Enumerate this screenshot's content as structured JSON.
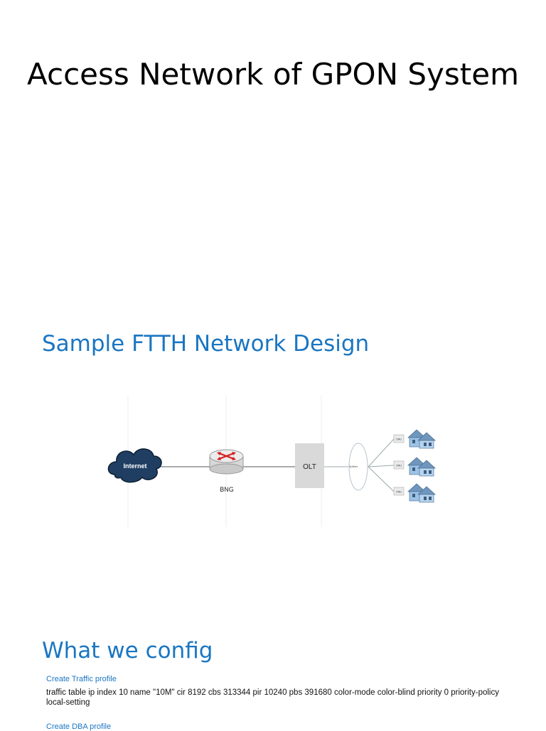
{
  "slide1": {
    "title": "Access Network of GPON System"
  },
  "slide2": {
    "heading": "Sample FTTH Network Design",
    "diagram": {
      "internet": "Internet",
      "router": "BNG",
      "olt": "OLT",
      "splitter": "Splitter",
      "onu": "ONU"
    }
  },
  "slide3": {
    "heading": "What we config",
    "link1": "Create Traffic profile",
    "command": "traffic table ip index 10 name \"10M\" cir 8192 cbs 313344 pir 10240 pbs 391680 color-mode color-blind priority 0 priority-policy local-setting",
    "link2": "Create DBA profile"
  }
}
